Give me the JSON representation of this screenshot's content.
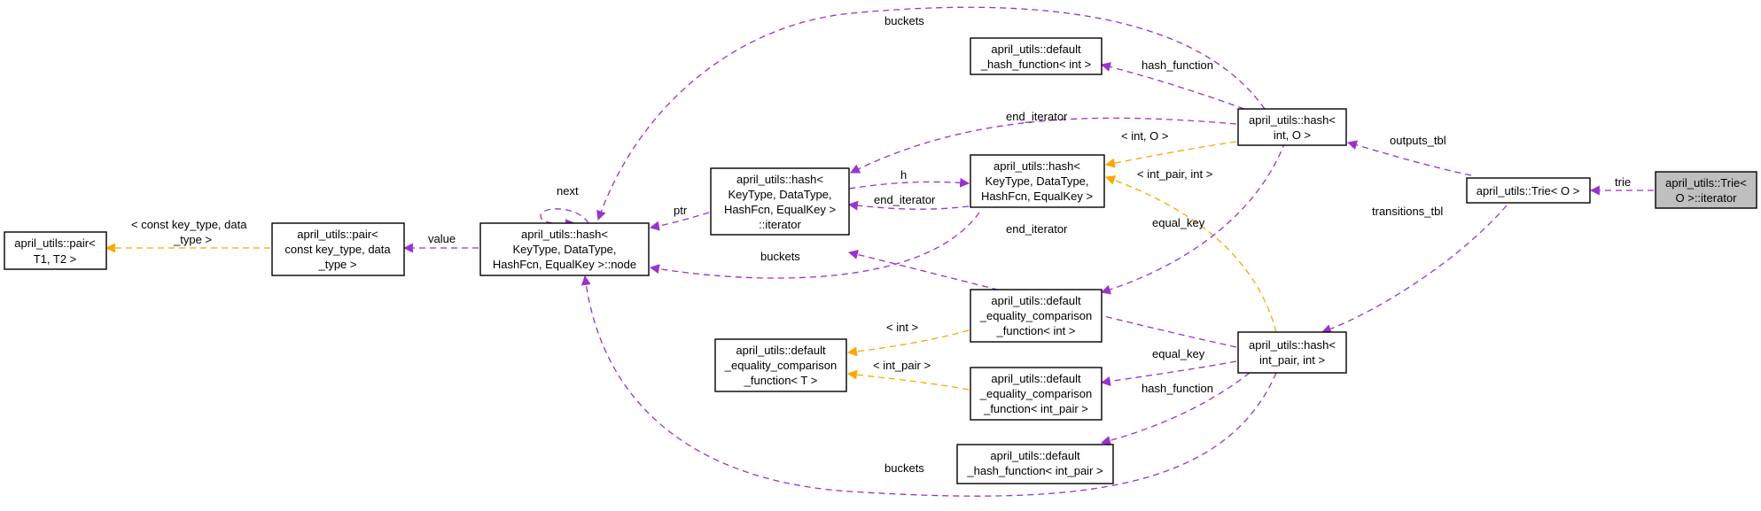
{
  "colors": {
    "association": "#9a32cd",
    "template": "#ffa500",
    "highlight_fill": "#bfbfbf"
  },
  "nodes": {
    "pair_t1t2": [
      "april_utils::pair<",
      "T1, T2 >"
    ],
    "pair_const": [
      "april_utils::pair<",
      "const key_type, data",
      "_type >"
    ],
    "hash_node": [
      "april_utils::hash<",
      "KeyType, DataType,",
      "HashFcn, EqualKey >::node"
    ],
    "hash_iterator": [
      "april_utils::hash<",
      "KeyType, DataType,",
      "HashFcn, EqualKey >",
      "::iterator"
    ],
    "hash_generic": [
      "april_utils::hash<",
      "KeyType, DataType,",
      "HashFcn, EqualKey >"
    ],
    "default_hash_int": [
      "april_utils::default",
      "_hash_function< int >"
    ],
    "hash_int_o": [
      "april_utils::hash<",
      "int, O >"
    ],
    "trie_o": [
      "april_utils::Trie< O >"
    ],
    "trie_iterator": [
      "april_utils::Trie<",
      "O >::iterator"
    ],
    "eq_comp_int": [
      "april_utils::default",
      "_equality_comparison",
      "_function< int >"
    ],
    "eq_comp_t": [
      "april_utils::default",
      "_equality_comparison",
      "_function< T >"
    ],
    "eq_comp_int_pair": [
      "april_utils::default",
      "_equality_comparison",
      "_function< int_pair >"
    ],
    "default_hash_int_pair": [
      "april_utils::default",
      "_hash_function< int_pair >"
    ],
    "hash_int_pair_int": [
      "april_utils::hash<",
      "int_pair, int >"
    ]
  },
  "edge_labels": {
    "next": "next",
    "buckets_top": "buckets",
    "hash_function_top": "hash_function",
    "end_iterator_top": "end_iterator",
    "int_o": "< int, O >",
    "outputs_tbl": "outputs_tbl",
    "trie": "trie",
    "h": "h",
    "end_iterator_mid": "end_iterator",
    "ptr": "ptr",
    "value": "value",
    "const_key_type_data": [
      "< const key_type, data",
      "_type >"
    ],
    "int_pair_int": "< int_pair, int >",
    "end_iterator_low": "end_iterator",
    "equal_key_top": "equal_key",
    "buckets_mid": "buckets",
    "transitions_tbl": "transitions_tbl",
    "int": "< int >",
    "int_pair": "< int_pair >",
    "equal_key_low": "equal_key",
    "hash_function_low": "hash_function",
    "buckets_bottom": "buckets"
  }
}
